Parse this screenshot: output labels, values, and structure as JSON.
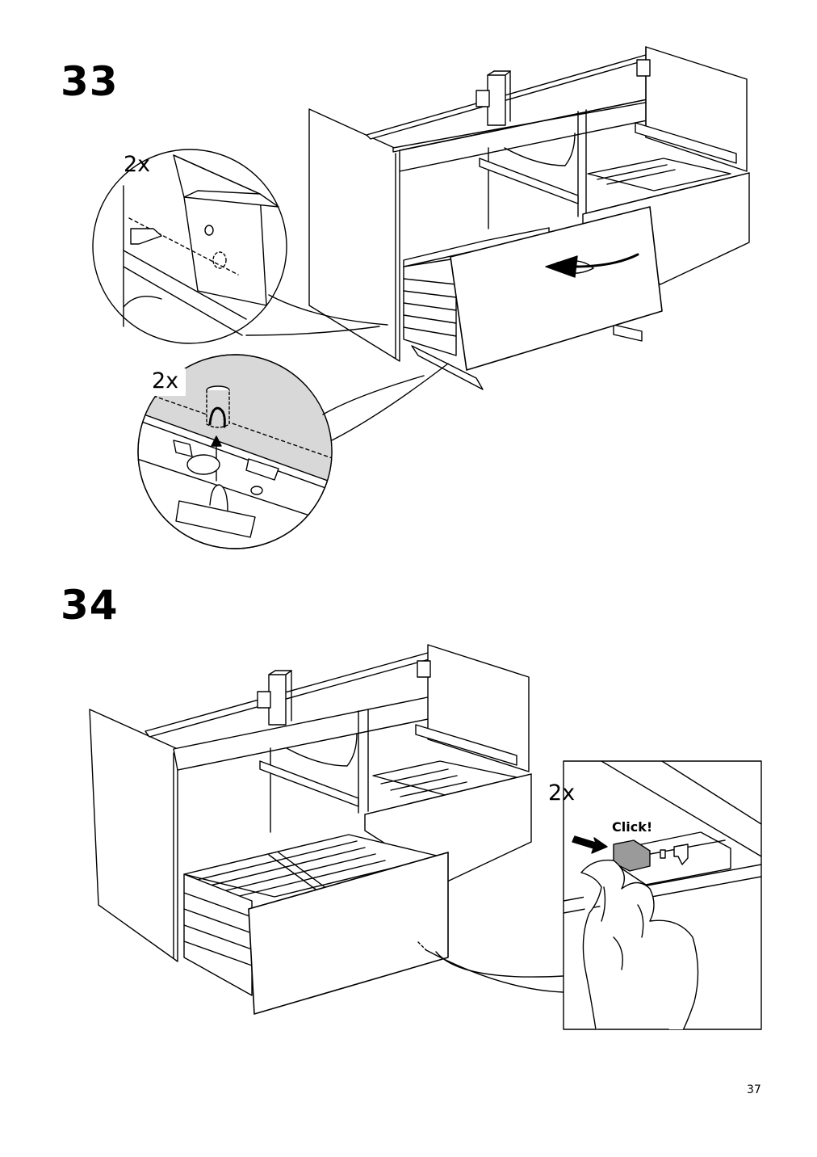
{
  "steps": [
    {
      "number": "33",
      "callouts": [
        {
          "qty": "2x"
        },
        {
          "qty": "2x"
        }
      ]
    },
    {
      "number": "34",
      "callouts": [
        {
          "qty": "2x",
          "sound": "Click!"
        }
      ]
    }
  ],
  "page_number": "37",
  "icons": [
    "cabinet-illustration",
    "drawer-illustration",
    "detail-circle",
    "hand-icon",
    "arrow-icon"
  ]
}
